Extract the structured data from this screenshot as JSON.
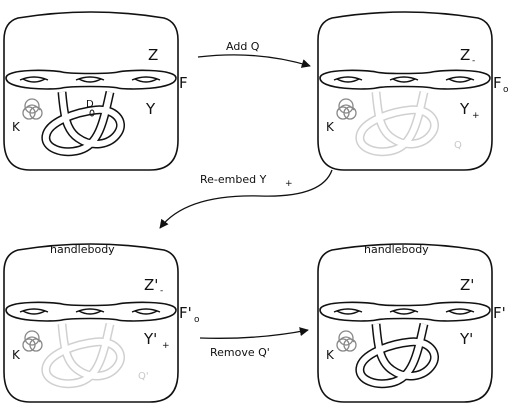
{
  "arrows": {
    "top": "Add Q",
    "middle": "Re-embed Y",
    "middle_sub": "+",
    "bottom": "Remove Q'"
  },
  "panels": {
    "top_left": {
      "upper": "Z",
      "surface": "F",
      "lower": "Y",
      "knot": "K",
      "disk": "D"
    },
    "top_right": {
      "upper": "Z",
      "upper_sub": "-",
      "surface": "F",
      "surface_sub": "o",
      "lower": "Y",
      "lower_sub": "+",
      "knot": "K",
      "ghost": "Q"
    },
    "bottom_left": {
      "title": "handlebody",
      "upper": "Z'",
      "upper_sub": "-",
      "surface": "F'",
      "surface_sub": "o",
      "lower": "Y'",
      "lower_sub": "+",
      "knot": "K",
      "ghost": "Q'"
    },
    "bottom_right": {
      "title": "handlebody",
      "upper": "Z'",
      "surface": "F'",
      "lower": "Y'",
      "knot": "K"
    }
  },
  "colors": {
    "ink": "#111111",
    "ghost": "#d0d0d0",
    "knot": "#888888"
  }
}
